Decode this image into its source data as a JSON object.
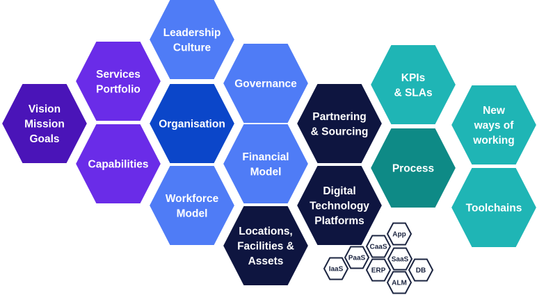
{
  "colors": {
    "purple_dark": "#4a14b8",
    "purple": "#6a2ce8",
    "blue": "#4f7cf6",
    "blue_dark": "#0b46c9",
    "navy": "#0e1540",
    "teal": "#1fb5b5",
    "teal_dark": "#0e8a86",
    "small_fill": "#ffffff",
    "small_stroke": "#1b2440"
  },
  "hexes": [
    {
      "id": "vision-mission-goals",
      "lines": [
        "Vision",
        "Mission",
        "Goals"
      ],
      "color": "purple_dark"
    },
    {
      "id": "services-portfolio",
      "lines": [
        "Services",
        "Portfolio"
      ],
      "color": "purple"
    },
    {
      "id": "capabilities",
      "lines": [
        "Capabilities"
      ],
      "color": "purple"
    },
    {
      "id": "leadership-culture",
      "lines": [
        "Leadership",
        "Culture"
      ],
      "color": "blue"
    },
    {
      "id": "organisation",
      "lines": [
        "Organisation"
      ],
      "color": "blue_dark"
    },
    {
      "id": "workforce-model",
      "lines": [
        "Workforce",
        "Model"
      ],
      "color": "blue"
    },
    {
      "id": "governance",
      "lines": [
        "Governance"
      ],
      "color": "blue"
    },
    {
      "id": "financial-model",
      "lines": [
        "Financial",
        "Model"
      ],
      "color": "blue"
    },
    {
      "id": "locations-facilities-assets",
      "lines": [
        "Locations,",
        "Facilities &",
        "Assets"
      ],
      "color": "navy"
    },
    {
      "id": "partnering-sourcing",
      "lines": [
        "Partnering",
        "& Sourcing"
      ],
      "color": "navy"
    },
    {
      "id": "digital-technology-platforms",
      "lines": [
        "Digital",
        "Technology",
        "Platforms"
      ],
      "color": "navy"
    },
    {
      "id": "kpis-slas",
      "lines": [
        "KPIs",
        "& SLAs"
      ],
      "color": "teal"
    },
    {
      "id": "process",
      "lines": [
        "Process"
      ],
      "color": "teal_dark"
    },
    {
      "id": "new-ways-of-working",
      "lines": [
        "New",
        "ways of",
        "working"
      ],
      "color": "teal"
    },
    {
      "id": "toolchains",
      "lines": [
        "Toolchains"
      ],
      "color": "teal"
    }
  ],
  "small_hexes": [
    {
      "id": "app",
      "label": "App"
    },
    {
      "id": "caas",
      "label": "CaaS"
    },
    {
      "id": "paas",
      "label": "PaaS"
    },
    {
      "id": "saas",
      "label": "SaaS"
    },
    {
      "id": "iaas",
      "label": "IaaS"
    },
    {
      "id": "erp",
      "label": "ERP"
    },
    {
      "id": "db",
      "label": "DB"
    },
    {
      "id": "alm",
      "label": "ALM"
    }
  ]
}
